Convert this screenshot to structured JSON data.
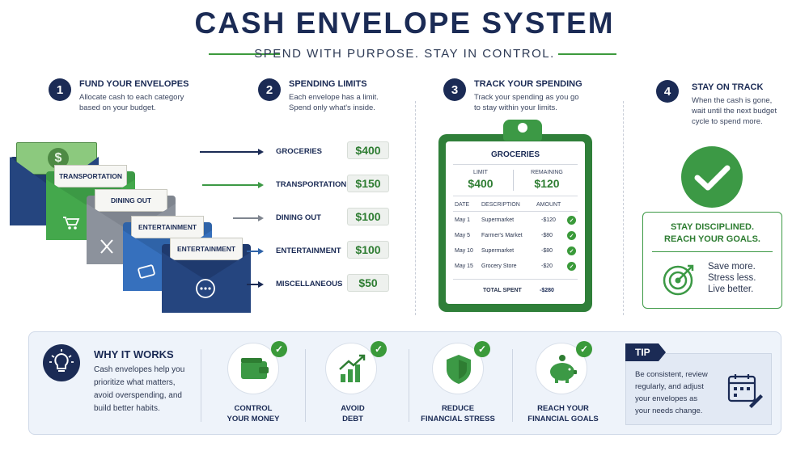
{
  "header": {
    "title": "CASH ENVELOPE SYSTEM",
    "subtitle": "SPEND WITH PURPOSE. STAY IN CONTROL."
  },
  "steps": [
    {
      "number": "1",
      "title": "FUND YOUR ENVELOPES",
      "desc": [
        "Allocate cash to each category",
        "based on your budget."
      ]
    },
    {
      "number": "2",
      "title": "SPENDING LIMITS",
      "desc": [
        "Each envelope has a limit.",
        "Spend only what's inside."
      ]
    },
    {
      "number": "3",
      "title": "TRACK YOUR SPENDING",
      "desc": [
        "Track your spending as you go",
        "to stay within your limits."
      ]
    },
    {
      "number": "4",
      "title": "STAY ON TRACK",
      "desc": [
        "When the cash is gone,",
        "wait until the next budget",
        "cycle to spend more."
      ]
    }
  ],
  "envelopes": {
    "labels": [
      "TRANSPORTATION",
      "DINING OUT",
      "ENTERTAINMENT",
      "ENTERTAINMENT"
    ],
    "cash_symbol": "$",
    "colors": [
      "#1f3a6e",
      "#3c9945",
      "#7f858f",
      "#2f63a8",
      "#1f3a6e"
    ]
  },
  "categories": [
    {
      "name": "GROCERIES",
      "amount": "$400",
      "arrow_color": "#1b2b55"
    },
    {
      "name": "TRANSPORTATION",
      "amount": "$150",
      "arrow_color": "#3c9945"
    },
    {
      "name": "DINING OUT",
      "amount": "$100",
      "arrow_color": "#7f858f"
    },
    {
      "name": "ENTERTAINMENT",
      "amount": "$100",
      "arrow_color": "#2f63a8"
    },
    {
      "name": "MISCELLANEOUS",
      "amount": "$50",
      "arrow_color": "#1b2b55"
    }
  ],
  "tracker": {
    "title": "GROCERIES",
    "limit_label": "LIMIT",
    "limit_value": "$400",
    "remaining_label": "REMAINING",
    "remaining_value": "$120",
    "col_date": "DATE",
    "col_desc": "DESCRIPTION",
    "col_amount": "AMOUNT",
    "rows": [
      {
        "date": "May 1",
        "desc": "Supermarket",
        "amount": "-$120"
      },
      {
        "date": "May 5",
        "desc": "Farmer's Market",
        "amount": "-$80"
      },
      {
        "date": "May 10",
        "desc": "Supermarket",
        "amount": "-$80"
      },
      {
        "date": "May 15",
        "desc": "Grocery Store",
        "amount": "-$20"
      }
    ],
    "total_label": "TOTAL SPENT",
    "total_value": "-$280"
  },
  "discipline": {
    "title_line1": "STAY DISCIPLINED.",
    "title_line2": "REACH YOUR GOALS.",
    "lines": [
      "Save more.",
      "Stress less.",
      "Live better."
    ]
  },
  "why": {
    "title": "WHY IT WORKS",
    "desc": [
      "Cash envelopes help you",
      "prioritize what matters,",
      "avoid overspending, and",
      "build better habits."
    ]
  },
  "benefits": [
    {
      "line1": "CONTROL",
      "line2": "YOUR MONEY",
      "icon": "wallet-icon"
    },
    {
      "line1": "AVOID",
      "line2": "DEBT",
      "icon": "growth-chart-icon"
    },
    {
      "line1": "REDUCE",
      "line2": "FINANCIAL STRESS",
      "icon": "shield-icon"
    },
    {
      "line1": "REACH YOUR",
      "line2": "FINANCIAL GOALS",
      "icon": "piggy-bank-icon"
    }
  ],
  "tip": {
    "label": "TIP",
    "lines": [
      "Be consistent, review",
      "regularly, and adjust",
      "your envelopes as",
      "your needs change."
    ]
  },
  "colors": {
    "navy": "#1b2b55",
    "green": "#3c9945",
    "text_green": "#2e7d32"
  }
}
